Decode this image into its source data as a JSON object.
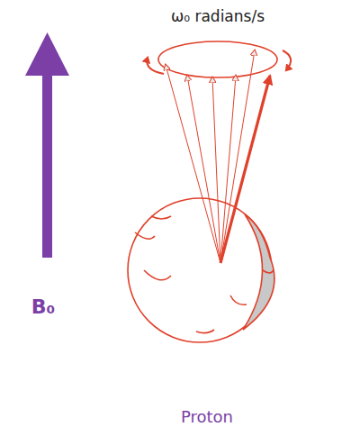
{
  "diagram": {
    "labels": [
      "ω₀ radians/s",
      "B₀",
      "Proton"
    ]
  }
}
